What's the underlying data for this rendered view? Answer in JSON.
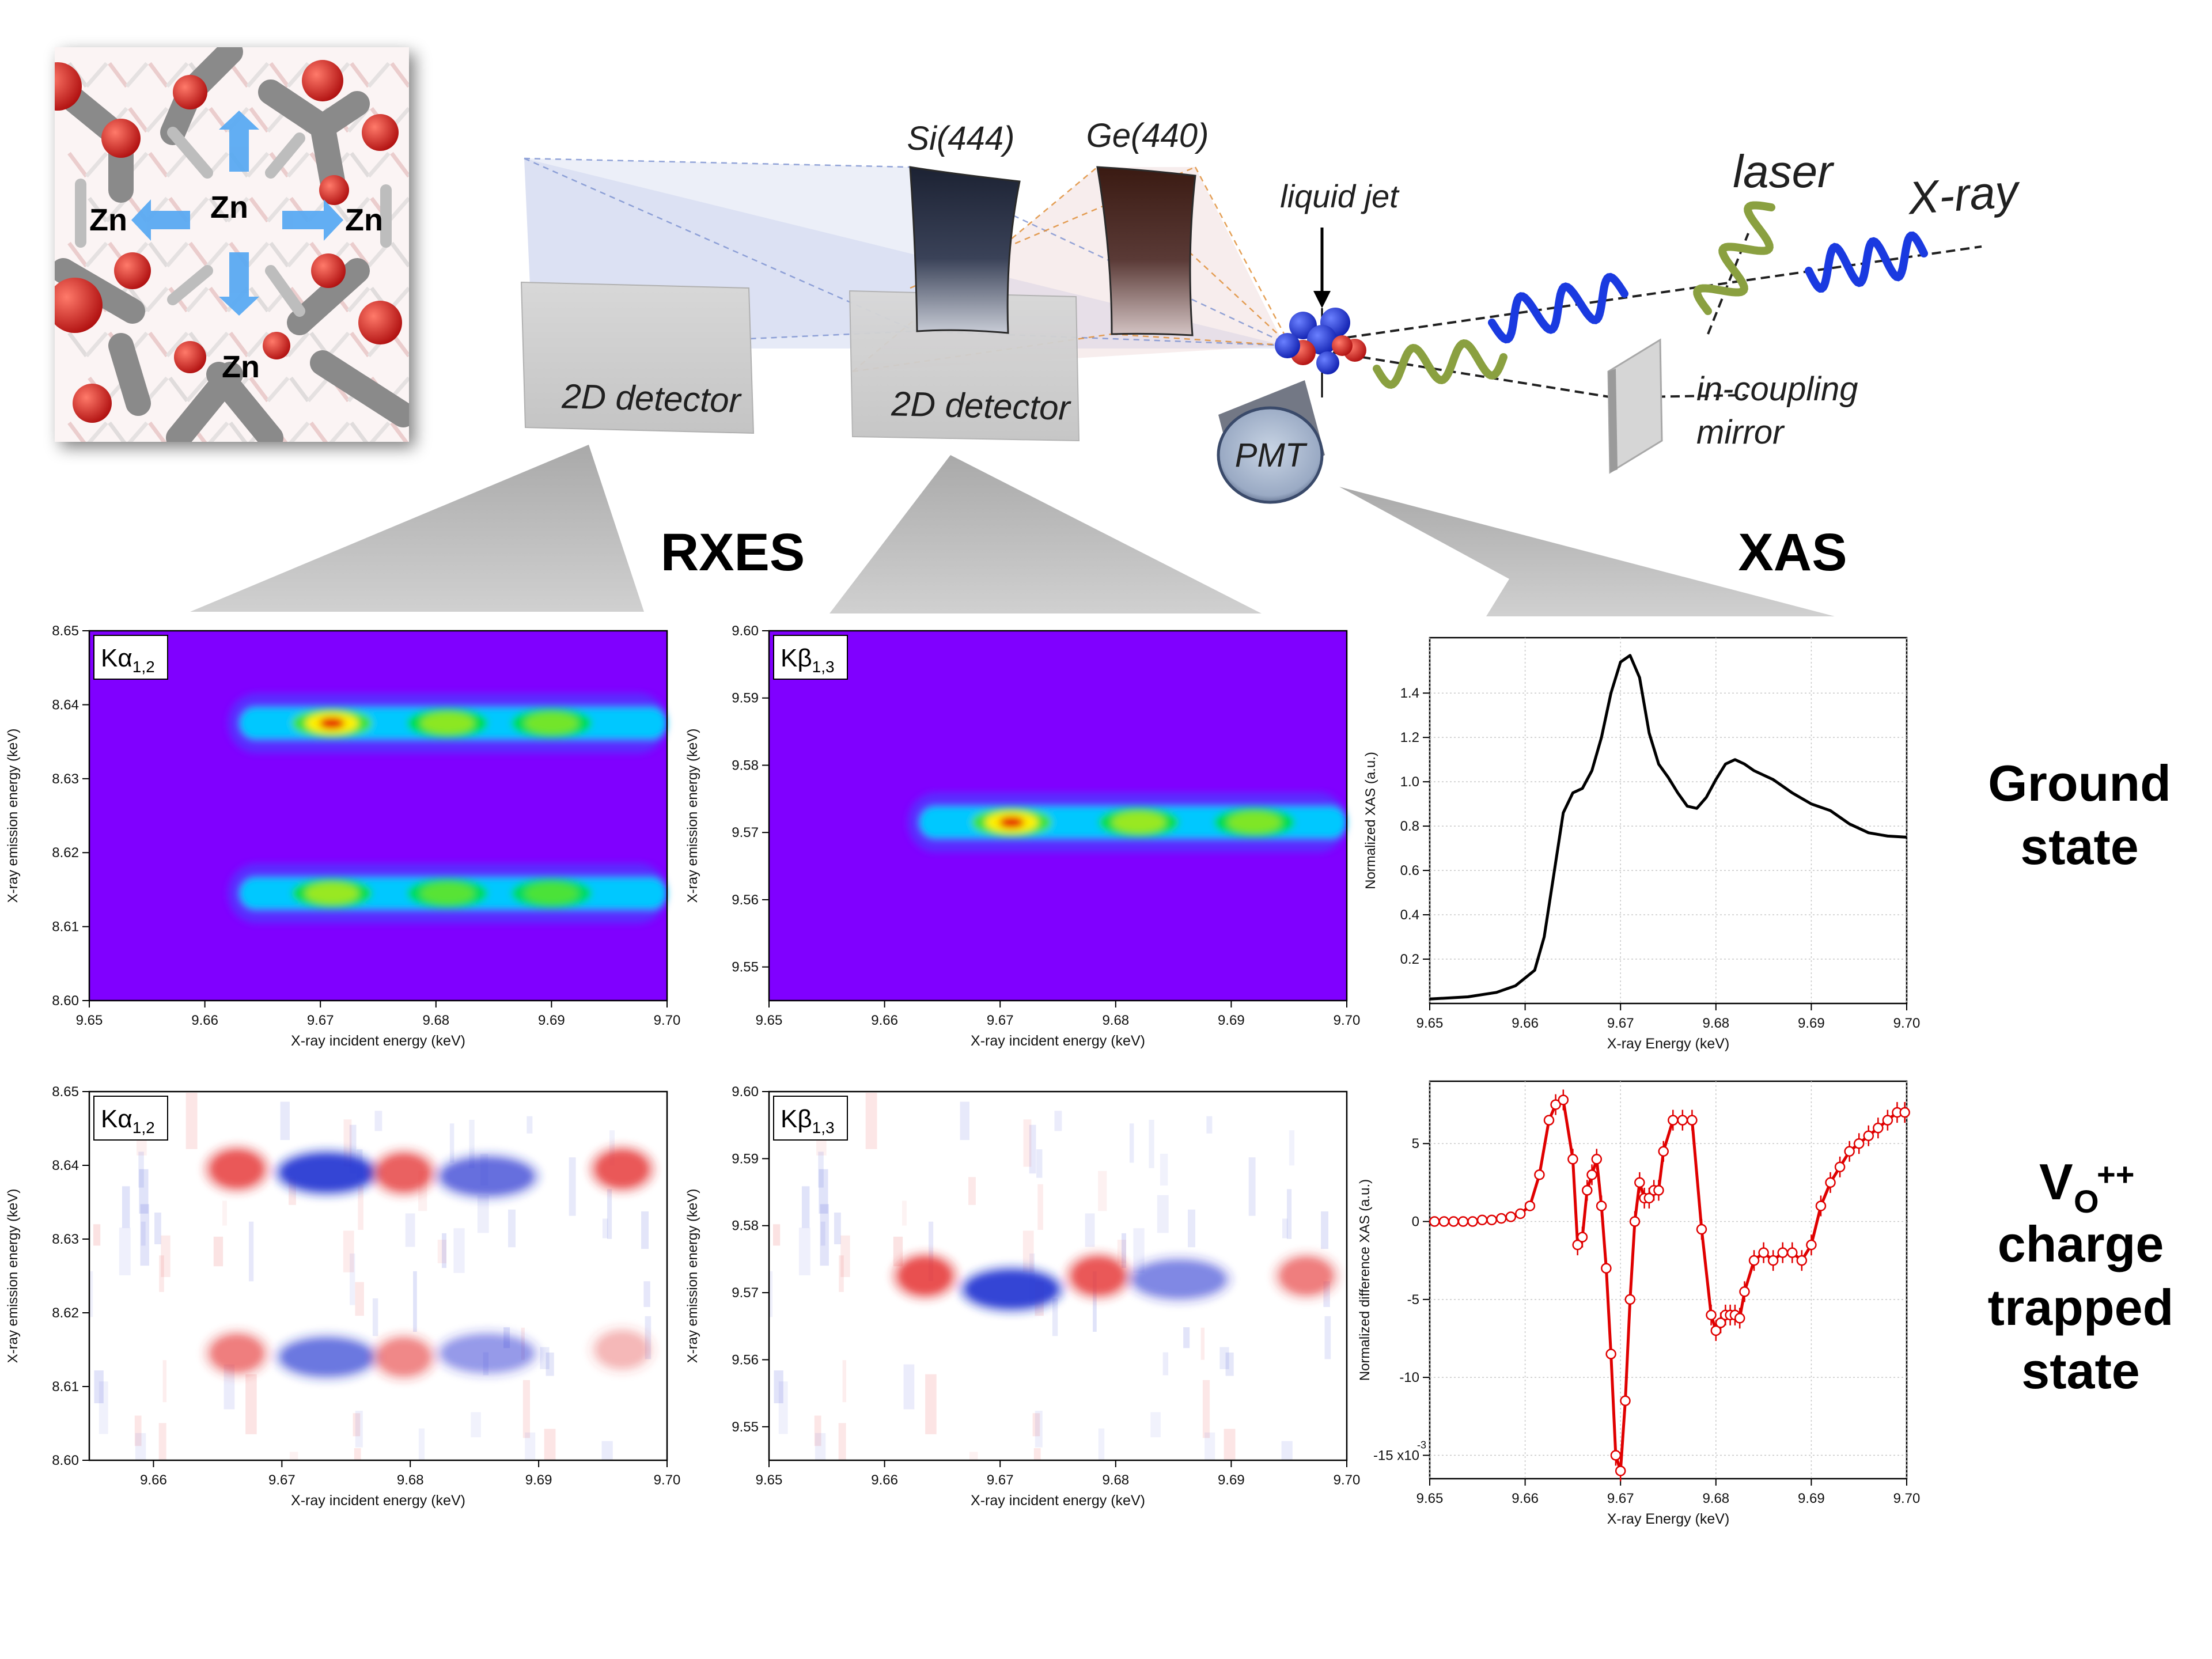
{
  "labels": {
    "zn": [
      "Zn",
      "Zn",
      "Zn",
      "Zn"
    ],
    "si": "Si(444)",
    "ge": "Ge(440)",
    "detector1": "2D detector",
    "detector2": "2D detector",
    "liquid_jet": "liquid jet",
    "laser": "laser",
    "xray": "X-ray",
    "mirror_line1": "in-coupling",
    "mirror_line2": "mirror",
    "pmt": "PMT",
    "rxes": "RXES",
    "xas": "XAS",
    "ground_line1": "Ground",
    "ground_line2": "state",
    "vo_main": "V",
    "vo_sub": "O",
    "vo_sup": "++",
    "charge_line1": "charge",
    "charge_line2": "trapped",
    "charge_line3": "state"
  },
  "colors": {
    "map_bg": "#8000ff",
    "diff_positive": "#e53030",
    "diff_negative": "#2030d0",
    "ground_line": "#000000",
    "diff_line": "#e00000",
    "arrow_blue": "#5aaaf2",
    "oxygen_red": "#d01010",
    "laser_green": "#8aa040",
    "xray_blue": "#1a3ae0"
  },
  "chart_data": [
    {
      "type": "heatmap",
      "id": "rxes-ka-ground",
      "panel_label": "Kα",
      "panel_label_sub": "1,2",
      "xlabel": "X-ray incident energy (keV)",
      "ylabel": "X-ray emission energy (keV)",
      "xlim": [
        9.65,
        9.7
      ],
      "ylim": [
        8.6,
        8.65
      ],
      "xticks": [
        "9.65",
        "9.66",
        "9.67",
        "9.68",
        "9.69",
        "9.70"
      ],
      "yticks": [
        "8.60",
        "8.61",
        "8.62",
        "8.63",
        "8.64",
        "8.65"
      ],
      "features": [
        {
          "emission": 8.6375,
          "onset": 9.663,
          "peaks": [
            [
              9.671,
              1.0
            ],
            [
              9.681,
              0.55
            ],
            [
              9.69,
              0.45
            ]
          ]
        },
        {
          "emission": 8.6145,
          "onset": 9.663,
          "peaks": [
            [
              9.671,
              0.6
            ],
            [
              9.681,
              0.35
            ],
            [
              9.69,
              0.3
            ]
          ]
        }
      ]
    },
    {
      "type": "heatmap",
      "id": "rxes-kb-ground",
      "panel_label": "Kβ",
      "panel_label_sub": "1,3",
      "xlabel": "X-ray incident energy (keV)",
      "ylabel": "X-ray emission energy (keV)",
      "xlim": [
        9.65,
        9.7
      ],
      "ylim": [
        9.545,
        9.6
      ],
      "xticks": [
        "9.65",
        "9.66",
        "9.67",
        "9.68",
        "9.69",
        "9.70"
      ],
      "yticks": [
        "9.55",
        "9.56",
        "9.57",
        "9.58",
        "9.59",
        "9.60"
      ],
      "features": [
        {
          "emission": 9.5715,
          "onset": 9.663,
          "peaks": [
            [
              9.671,
              1.0
            ],
            [
              9.682,
              0.6
            ],
            [
              9.692,
              0.5
            ]
          ]
        }
      ]
    },
    {
      "type": "line",
      "id": "xas-ground",
      "xlabel": "X-ray Energy (keV)",
      "ylabel": "Normalized XAS (a.u.)",
      "xlim": [
        9.65,
        9.7
      ],
      "ylim": [
        0.0,
        1.65
      ],
      "xticks": [
        "9.65",
        "9.66",
        "9.67",
        "9.68",
        "9.69",
        "9.70"
      ],
      "yticks": [
        "0.2",
        "0.4",
        "0.6",
        "0.8",
        "1.0",
        "1.2",
        "1.4"
      ],
      "series": [
        {
          "x": [
            9.65,
            9.654,
            9.657,
            9.659,
            9.661,
            9.662,
            9.663,
            9.664,
            9.665,
            9.666,
            9.667,
            9.668,
            9.669,
            9.67,
            9.671,
            9.672,
            9.673,
            9.674,
            9.675,
            9.676,
            9.677,
            9.678,
            9.679,
            9.68,
            9.681,
            9.682,
            9.683,
            9.684,
            9.685,
            9.686,
            9.688,
            9.69,
            9.692,
            9.694,
            9.696,
            9.698,
            9.7
          ],
          "y": [
            0.02,
            0.03,
            0.05,
            0.08,
            0.15,
            0.3,
            0.58,
            0.86,
            0.95,
            0.97,
            1.05,
            1.2,
            1.4,
            1.54,
            1.57,
            1.47,
            1.22,
            1.08,
            1.02,
            0.95,
            0.89,
            0.88,
            0.93,
            1.01,
            1.08,
            1.1,
            1.08,
            1.05,
            1.03,
            1.01,
            0.95,
            0.9,
            0.87,
            0.81,
            0.77,
            0.755,
            0.75
          ]
        }
      ]
    },
    {
      "type": "heatmap",
      "id": "rxes-ka-diff",
      "panel_label": "Kα",
      "panel_label_sub": "1,2",
      "xlabel": "X-ray incident energy (keV)",
      "ylabel": "X-ray emission energy (keV)",
      "xlim": [
        9.655,
        9.7
      ],
      "ylim": [
        8.6,
        8.65
      ],
      "xticks": [
        "9.66",
        "9.67",
        "9.68",
        "9.69",
        "9.70"
      ],
      "yticks": [
        "8.60",
        "8.61",
        "8.62",
        "8.63",
        "8.64",
        "8.65"
      ],
      "blobs": [
        {
          "x": 9.6665,
          "y": 8.6395,
          "sign": 1,
          "a": 0.85
        },
        {
          "x": 9.6735,
          "y": 8.639,
          "sign": -1,
          "a": 1.0
        },
        {
          "x": 9.6795,
          "y": 8.639,
          "sign": 1,
          "a": 0.8
        },
        {
          "x": 9.686,
          "y": 8.6385,
          "sign": -1,
          "a": 0.7
        },
        {
          "x": 9.6965,
          "y": 8.6395,
          "sign": 1,
          "a": 0.85
        },
        {
          "x": 9.6665,
          "y": 8.6145,
          "sign": 1,
          "a": 0.6
        },
        {
          "x": 9.6735,
          "y": 8.614,
          "sign": -1,
          "a": 0.65
        },
        {
          "x": 9.6795,
          "y": 8.614,
          "sign": 1,
          "a": 0.55
        },
        {
          "x": 9.686,
          "y": 8.6145,
          "sign": -1,
          "a": 0.45
        },
        {
          "x": 9.6965,
          "y": 8.615,
          "sign": 1,
          "a": 0.3
        }
      ]
    },
    {
      "type": "heatmap",
      "id": "rxes-kb-diff",
      "panel_label": "Kβ",
      "panel_label_sub": "1,3",
      "xlabel": "X-ray incident energy (keV)",
      "ylabel": "X-ray emission energy (keV)",
      "xlim": [
        9.65,
        9.7
      ],
      "ylim": [
        9.545,
        9.6
      ],
      "xticks": [
        "9.65",
        "9.66",
        "9.67",
        "9.68",
        "9.69",
        "9.70"
      ],
      "yticks": [
        "9.55",
        "9.56",
        "9.57",
        "9.58",
        "9.59",
        "9.60"
      ],
      "blobs": [
        {
          "x": 9.6635,
          "y": 9.5725,
          "sign": 1,
          "a": 0.9
        },
        {
          "x": 9.671,
          "y": 9.5705,
          "sign": -1,
          "a": 1.0
        },
        {
          "x": 9.6785,
          "y": 9.5725,
          "sign": 1,
          "a": 0.85
        },
        {
          "x": 9.6855,
          "y": 9.572,
          "sign": -1,
          "a": 0.55
        },
        {
          "x": 9.6965,
          "y": 9.5725,
          "sign": 1,
          "a": 0.6
        }
      ]
    },
    {
      "type": "line",
      "id": "xas-diff",
      "xlabel": "X-ray Energy (keV)",
      "ylabel": "Normalized difference XAS (a.u.)",
      "ylabel_note": "x10⁻³",
      "xlim": [
        9.65,
        9.7
      ],
      "ylim": [
        -16.5,
        9.0
      ],
      "xticks": [
        "9.65",
        "9.66",
        "9.67",
        "9.68",
        "9.69",
        "9.70"
      ],
      "yticks": [
        "5",
        "0",
        "-5",
        "-10",
        "-15 x10"
      ],
      "yticks_values": [
        5,
        0,
        -5,
        -10,
        -15
      ],
      "series": [
        {
          "x": [
            9.6505,
            9.6515,
            9.6525,
            9.6535,
            9.6545,
            9.6555,
            9.6565,
            9.6575,
            9.6585,
            9.6595,
            9.6605,
            9.6615,
            9.6625,
            9.6632,
            9.664,
            9.665,
            9.6655,
            9.666,
            9.6665,
            9.667,
            9.6675,
            9.668,
            9.6685,
            9.669,
            9.6695,
            9.67,
            9.6705,
            9.671,
            9.6715,
            9.672,
            9.6725,
            9.673,
            9.6735,
            9.674,
            9.6745,
            9.6755,
            9.6765,
            9.6775,
            9.6785,
            9.6795,
            9.68,
            9.6805,
            9.681,
            9.6815,
            9.682,
            9.6825,
            9.683,
            9.684,
            9.685,
            9.686,
            9.687,
            9.688,
            9.689,
            9.69,
            9.691,
            9.692,
            9.693,
            9.694,
            9.695,
            9.696,
            9.697,
            9.698,
            9.699,
            9.6998
          ],
          "y": [
            0.0,
            0.0,
            0.0,
            0.0,
            0.0,
            0.1,
            0.1,
            0.2,
            0.3,
            0.5,
            1.0,
            3.0,
            6.5,
            7.5,
            7.8,
            4.0,
            -1.5,
            -1.0,
            2.0,
            3.0,
            4.0,
            1.0,
            -3.0,
            -8.5,
            -15.0,
            -16.0,
            -11.5,
            -5.0,
            0.0,
            2.5,
            1.5,
            1.5,
            2.0,
            2.0,
            4.5,
            6.5,
            6.5,
            6.5,
            -0.5,
            -6.0,
            -7.0,
            -6.5,
            -6.0,
            -6.0,
            -6.0,
            -6.2,
            -4.5,
            -2.5,
            -2.0,
            -2.5,
            -2.0,
            -2.0,
            -2.5,
            -1.5,
            1.0,
            2.5,
            3.5,
            4.5,
            5.0,
            5.5,
            6.0,
            6.5,
            7.0,
            7.0
          ]
        }
      ]
    }
  ]
}
